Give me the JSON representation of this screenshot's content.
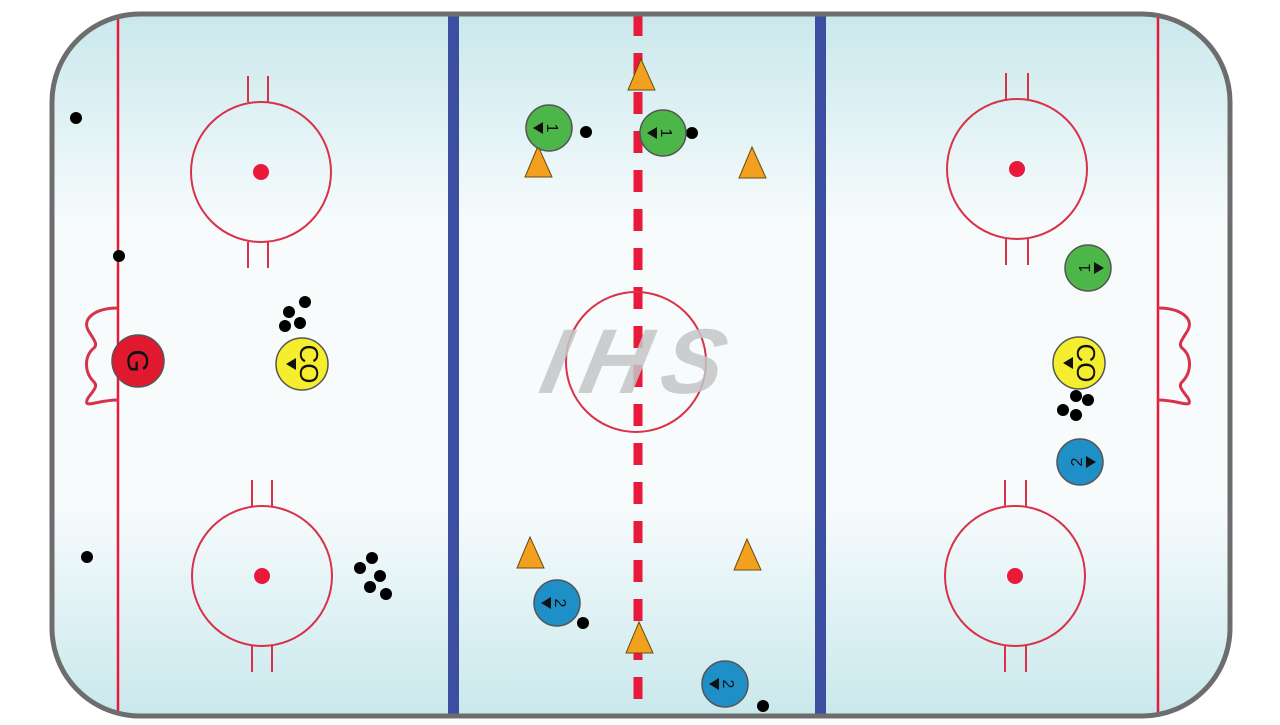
{
  "rink": {
    "colors": {
      "ice_edge": "#c9e8ec",
      "ice_center": "#f7fbfc",
      "boards": "#6d6d6d",
      "red_line": "#e8193a",
      "blue_line": "#3b4ea0",
      "circle": "#d8324a",
      "watermark": "#c4c6c8"
    }
  },
  "watermark": {
    "text": "IHS"
  },
  "players": [
    {
      "label": "G",
      "team": "goalie",
      "color": "#e0192e",
      "icon": "goalie-marker"
    },
    {
      "label": "CO",
      "team": "coach",
      "color": "#f4ee2e",
      "icon": "coach-marker"
    },
    {
      "label": "CO",
      "team": "coach",
      "color": "#f4ee2e",
      "icon": "coach-marker"
    },
    {
      "label": "1",
      "team": "green",
      "color": "#4cb648",
      "icon": "player-marker"
    },
    {
      "label": "1",
      "team": "green",
      "color": "#4cb648",
      "icon": "player-marker"
    },
    {
      "label": "1",
      "team": "green",
      "color": "#4cb648",
      "icon": "player-marker"
    },
    {
      "label": "2",
      "team": "blue",
      "color": "#1f8fc8",
      "icon": "player-marker"
    },
    {
      "label": "2",
      "team": "blue",
      "color": "#1f8fc8",
      "icon": "player-marker"
    },
    {
      "label": "2",
      "team": "blue",
      "color": "#1f8fc8",
      "icon": "player-marker"
    }
  ],
  "cones": {
    "color": "#f2a11e",
    "icon": "cone-icon"
  },
  "pucks": {
    "color": "#000000",
    "icon": "puck-icon"
  }
}
